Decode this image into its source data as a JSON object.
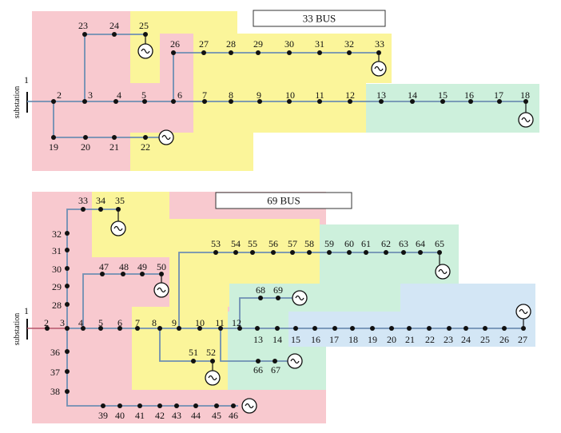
{
  "colors": {
    "pink": "#f8c9cf",
    "yellow": "#fbf59a",
    "green": "#cdf0dc",
    "blue": "#d3e6f5",
    "line": "#6f8fb3",
    "node": "#111111",
    "redline": "#b5566b"
  },
  "sys33": {
    "title": "33 BUS",
    "substation_label": "substation",
    "node_labels": [
      "1",
      "2",
      "3",
      "4",
      "5",
      "6",
      "7",
      "8",
      "9",
      "10",
      "11",
      "12",
      "13",
      "14",
      "15",
      "16",
      "17",
      "18",
      "19",
      "20",
      "21",
      "22",
      "23",
      "24",
      "25",
      "26",
      "27",
      "28",
      "29",
      "30",
      "31",
      "32",
      "33"
    ],
    "generator_buses": [
      "25",
      "33",
      "18",
      "22"
    ]
  },
  "sys69": {
    "title": "69 BUS",
    "substation_label": "substation",
    "node_labels": [
      "1",
      "2",
      "3",
      "4",
      "5",
      "6",
      "7",
      "8",
      "9",
      "10",
      "11",
      "12",
      "13",
      "14",
      "15",
      "16",
      "17",
      "18",
      "19",
      "20",
      "21",
      "22",
      "23",
      "24",
      "25",
      "26",
      "27",
      "28",
      "29",
      "30",
      "31",
      "32",
      "33",
      "34",
      "35",
      "36",
      "37",
      "38",
      "39",
      "40",
      "41",
      "42",
      "43",
      "44",
      "45",
      "46",
      "47",
      "48",
      "49",
      "50",
      "51",
      "52",
      "53",
      "54",
      "55",
      "56",
      "57",
      "58",
      "59",
      "60",
      "61",
      "62",
      "63",
      "64",
      "65",
      "66",
      "67",
      "68",
      "69"
    ],
    "generator_buses": [
      "35",
      "50",
      "65",
      "69",
      "27",
      "52",
      "67",
      "46"
    ]
  }
}
